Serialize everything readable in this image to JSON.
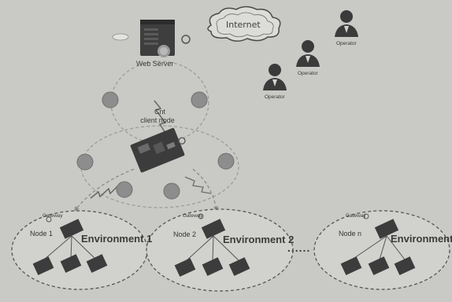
{
  "web_server": {
    "label": "Web Server"
  },
  "central_node": {
    "label_line1": "Cnt",
    "label_line2": "client node"
  },
  "internet": {
    "label": "Internet"
  },
  "operators": [
    {
      "label": "Operator"
    },
    {
      "label": "Operator"
    },
    {
      "label": "Operator"
    }
  ],
  "environments": [
    {
      "node_label": "Node 1",
      "env_label": "Environment 1",
      "gateway_label": "Gateway"
    },
    {
      "node_label": "Node 2",
      "env_label": "Environment 2",
      "gateway_label": "Gateway"
    },
    {
      "node_label": "Node n",
      "env_label": "Environment",
      "gateway_label": "Gateway"
    }
  ],
  "ellipsis": "......"
}
